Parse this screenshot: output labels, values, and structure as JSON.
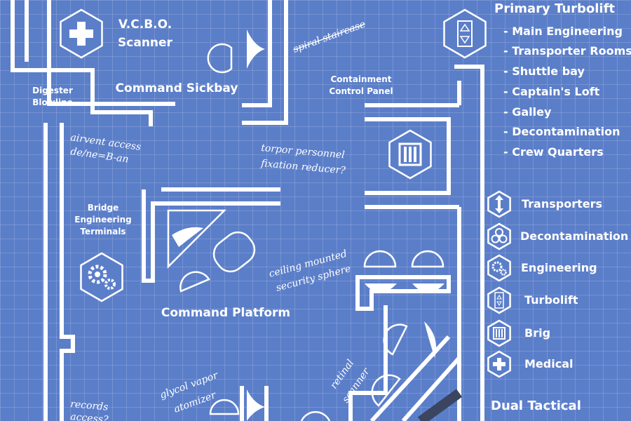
{
  "rooms": {
    "vcbo_line1": "V.C.B.O.",
    "vcbo_line2": "Scanner",
    "command_sickbay": "Command Sickbay",
    "digester_line1": "Digester",
    "digester_line2": "Blowline",
    "containment_line1": "Containment",
    "containment_line2": "Control Panel",
    "bridge_eng_line1": "Bridge",
    "bridge_eng_line2": "Engineering",
    "bridge_eng_line3": "Terminals",
    "command_platform": "Command Platform"
  },
  "notes": {
    "spiral": "spiral staircase",
    "airvent_line1": "airvent access",
    "airvent_line2": "de/ne=B-an",
    "torpor_line1": "torpor personnel",
    "torpor_line2": "fixation reducer?",
    "ceiling_line1": "ceiling mounted",
    "ceiling_line2": "security sphere",
    "glycol_line1": "glycol vapor",
    "glycol_line2": "atomizer",
    "retinal_line1": "retinal",
    "retinal_line2": "scanner",
    "records_line1": "records",
    "records_line2": "access?"
  },
  "turbolift": {
    "title": "Primary Turbolift",
    "stops": [
      "- Main Engineering",
      "- Transporter Rooms",
      "- Shuttle bay",
      "- Captain's Loft",
      "- Galley",
      "- Decontamination",
      "- Crew Quarters"
    ]
  },
  "legend": [
    {
      "label": "Transporters",
      "icon": "transporter-icon"
    },
    {
      "label": "Decontamination",
      "icon": "biohazard-icon"
    },
    {
      "label": "Engineering",
      "icon": "gears-icon"
    },
    {
      "label": "Turbolift",
      "icon": "turbolift-icon"
    },
    {
      "label": "Brig",
      "icon": "brig-icon"
    },
    {
      "label": "Medical",
      "icon": "medical-cross-icon"
    }
  ],
  "bottom_right_label": "Dual Tactical",
  "colors": {
    "background": "#5b7ec9",
    "lines": "#ffffff",
    "dark_pipe": "#3b4560"
  }
}
